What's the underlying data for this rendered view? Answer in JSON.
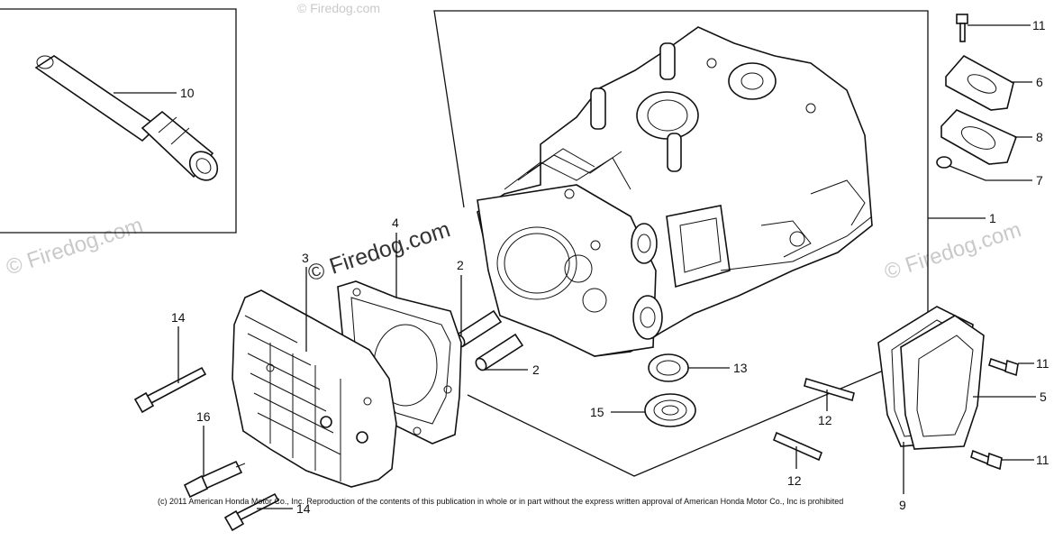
{
  "watermark": {
    "top_text": "© Firedog.com",
    "center_text": "© Firedog.com",
    "right_text": "© Firedog.com",
    "left_text": "© Firedog.com"
  },
  "copyright_text": "(c) 2011 American Honda Motor Co., Inc. Reproduction of the contents of this publication in whole or in part without the express written approval of American Honda Motor Co., Inc is prohibited",
  "callouts": {
    "c1": "1",
    "c2a": "2",
    "c2b": "2",
    "c3": "3",
    "c4": "4",
    "c5": "5",
    "c6": "6",
    "c7": "7",
    "c8": "8",
    "c9": "9",
    "c10": "10",
    "c11a": "11",
    "c11b": "11",
    "c11c": "11",
    "c12a": "12",
    "c12b": "12",
    "c13": "13",
    "c14a": "14",
    "c14b": "14",
    "c15": "15",
    "c16": "16"
  }
}
